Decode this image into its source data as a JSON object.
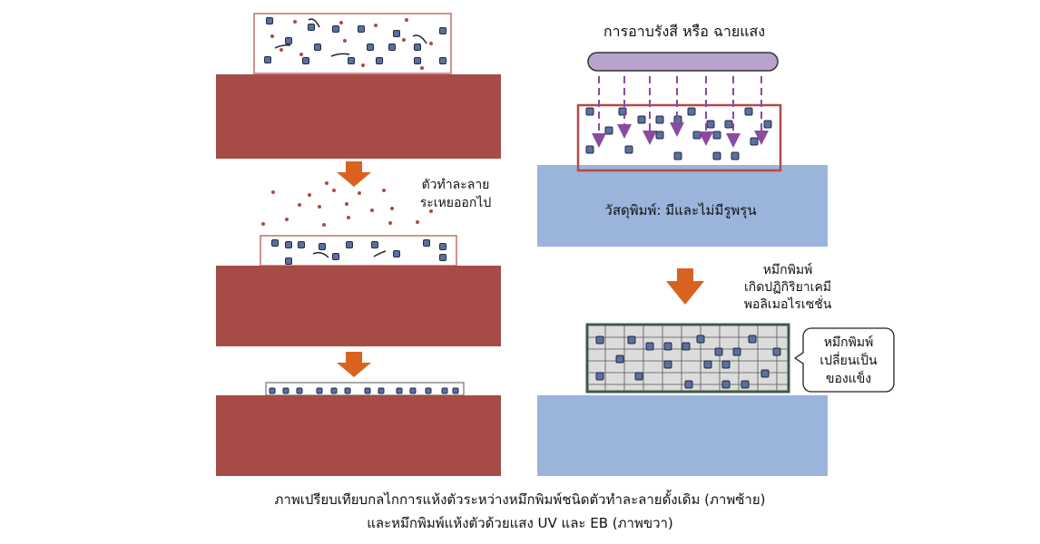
{
  "left": {
    "solvent_label_line1": "ตัวทำละลาย",
    "solvent_label_line2": "ระเหยออกไป"
  },
  "right": {
    "radiation_title": "การอาบรังสี หรือ ฉายแสง",
    "substrate_label": "วัสดุพิมพ์: มีและไม่มีรูพรุน",
    "reaction_line1": "หมึกพิมพ์",
    "reaction_line2": "เกิดปฏิกิริยาเคมี",
    "reaction_line3": "พอลิเมอไรเซชั่น",
    "bubble_line1": "หมึกพิมพ์",
    "bubble_line2": "เปลี่ยนเป็น",
    "bubble_line3": "ของแข็ง"
  },
  "caption": {
    "line1": "ภาพเปรียบเทียบกลไกการแห้งตัวระหว่างหมึกพิมพ์ชนิดตัวทำละลายดั้งเดิม (ภาพซ้าย)",
    "line2": "และหมึกพิมพ์แห้งตัวด้วยแสง UV และ EB (ภาพขวา)"
  },
  "colors": {
    "substrate_left": "#a64b45",
    "substrate_right": "#9ab4dc",
    "arrow": "#d9621f",
    "lamp": "#b9a3cc",
    "pigment": "#5c6f9e",
    "solvent_dot": "#b04a40"
  }
}
